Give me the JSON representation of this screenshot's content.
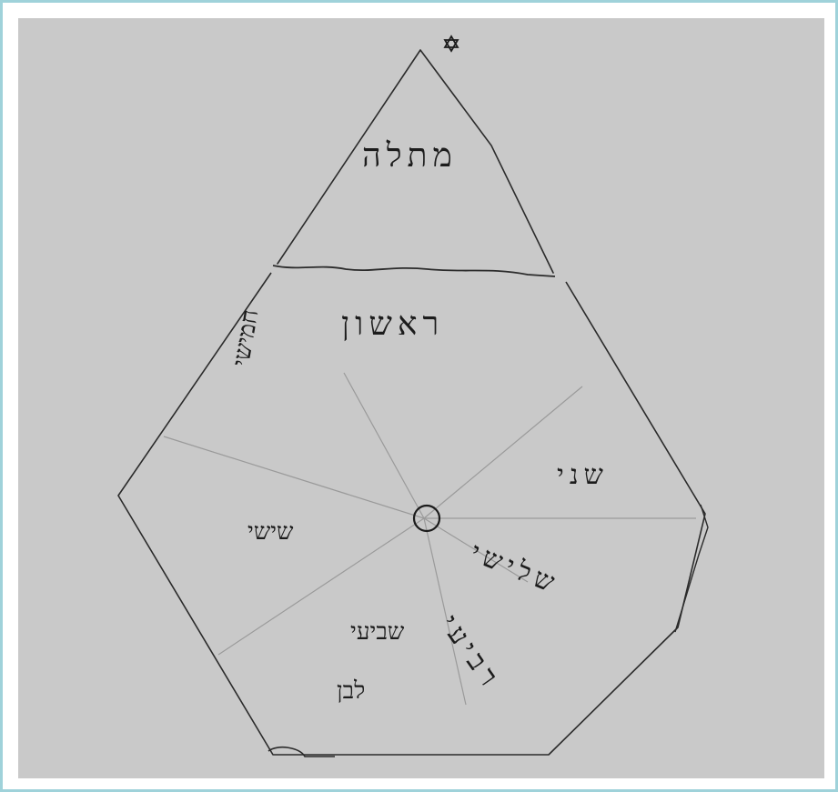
{
  "sketch": {
    "top_label": "מתלה",
    "upper_label": "ראשון",
    "right_label": "שני",
    "right_lower_label": "שלישי",
    "lower_label": "רביעי",
    "left_upper_label": "חמישי",
    "left_label": "שישי",
    "bottom_label": "שביעי",
    "bottom_left_label": "לבן"
  },
  "colors": {
    "paper": "#c9c9c9",
    "ink": "#1c1c1c",
    "frame": "#9fd2da"
  },
  "icons": [
    "star-of-david-icon",
    "center-circle"
  ]
}
